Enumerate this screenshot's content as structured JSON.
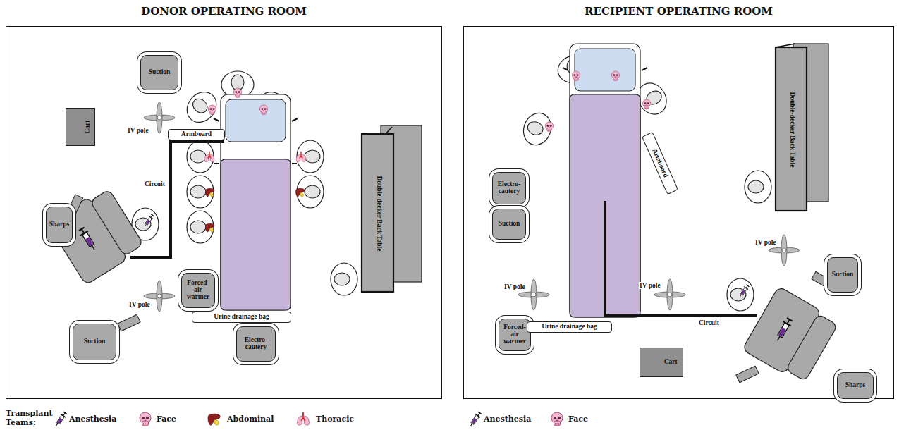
{
  "diagram": {
    "nodes": [
      {
        "text": [
          "DONOR OPERATING ROOM"
        ]
      },
      {
        "text": [
          "Suction"
        ],
        "in": 0
      },
      {
        "text": [
          "Cart"
        ],
        "in": 0
      },
      {
        "text": [
          "Armboard"
        ],
        "in": 0
      },
      {
        "text": [
          "Sharps"
        ],
        "in": 0
      },
      {
        "text": [
          "Forced-air warmer"
        ],
        "in": 0
      },
      {
        "text": [
          "Urine drainage bag"
        ],
        "in": 0
      },
      {
        "text": [
          "Electro-cautery"
        ],
        "in": 0
      },
      {
        "text": [
          "Suction"
        ],
        "in": 0
      },
      {
        "text": [
          "Double-decker Back Table"
        ],
        "in": 0
      },
      {
        "text": [
          "RECIPIENT OPERATING ROOM"
        ]
      },
      {
        "text": [
          "Electro-cautery"
        ],
        "in": 10
      },
      {
        "text": [
          "Suction"
        ],
        "in": 10
      },
      {
        "text": [
          "Armboard"
        ],
        "in": 10
      },
      {
        "text": [
          "Double-decker Back Table"
        ],
        "in": 10
      },
      {
        "text": [
          "Forced-air warmer"
        ],
        "in": 10
      },
      {
        "text": [
          "Urine drainage bag"
        ],
        "in": 10
      },
      {
        "text": [
          "Suction"
        ],
        "in": 10
      },
      {
        "text": [
          "Cart"
        ],
        "in": 10
      },
      {
        "text": [
          "Sharps"
        ],
        "in": 10
      }
    ],
    "labels": [
      "IV pole",
      "Circuit",
      "IV pole",
      "IV pole",
      "IV pole",
      "IV pole",
      "Circuit",
      "Transplant Teams:"
    ],
    "legend": [
      {
        "text": "Anesthesia"
      },
      {
        "text": "Face"
      },
      {
        "text": "Abdominal"
      },
      {
        "text": "Thoracic"
      },
      {
        "text": "Anesthesia"
      },
      {
        "text": "Face"
      }
    ]
  }
}
